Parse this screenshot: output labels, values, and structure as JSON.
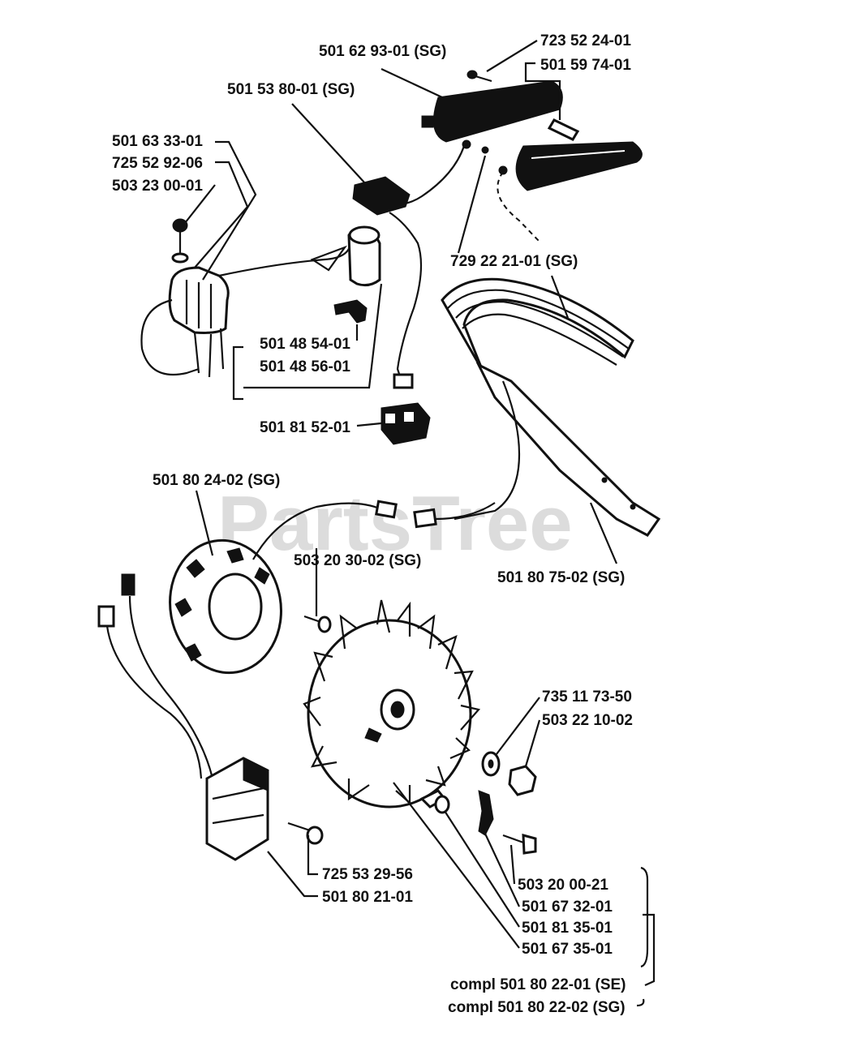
{
  "watermark": "PartsTree",
  "labels": {
    "p1": "723 52 24-01",
    "p2": "501 62 93-01 (SG)",
    "p3": "501 59 74-01",
    "p4": "501 53 80-01 (SG)",
    "p5": "501 63 33-01",
    "p6": "725 52 92-06",
    "p7": "503 23 00-01",
    "p8": "729 22 21-01 (SG)",
    "p9": "501 48 54-01",
    "p10": "501 48 56-01",
    "p11": "501 81 52-01",
    "p12": "501 80 24-02 (SG)",
    "p13": "503 20 30-02 (SG)",
    "p14": "501 80 75-02 (SG)",
    "p15": "735 11 73-50",
    "p16": "503 22 10-02",
    "p17": "725 53 29-56",
    "p18": "501 80 21-01",
    "p19": "503 20 00-21",
    "p20": "501 67 32-01",
    "p21": "501 81 35-01",
    "p22": "501 67 35-01",
    "p23": "compl 501 80 22-01 (SE)",
    "p24": "compl 501 80 22-02 (SG)"
  }
}
